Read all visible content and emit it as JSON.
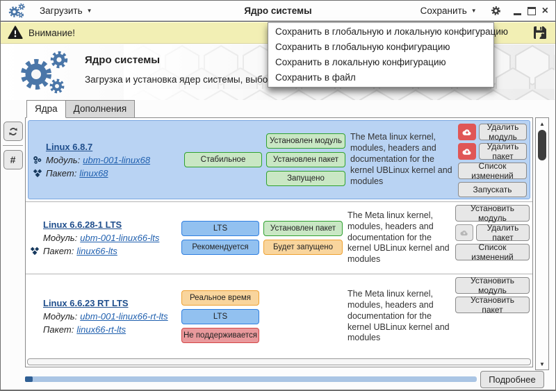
{
  "titlebar": {
    "load_label": "Загрузить",
    "title": "Ядро системы",
    "save_label": "Сохранить"
  },
  "warning_bar": {
    "label": "Внимание!"
  },
  "save_menu": {
    "items": [
      "Сохранить в глобальную и локальную конфигурацию",
      "Сохранить в глобальную конфигурацию",
      "Сохранить в локальную конфигурацию",
      "Сохранить в файл"
    ]
  },
  "header": {
    "title": "Ядро системы",
    "subtitle": "Загрузка и установка ядер системы, выбор ядра для загрузки по умолчанию"
  },
  "tabs": {
    "kernels_label": "Ядра",
    "addons_label": "Дополнения"
  },
  "labels": {
    "module": "Модуль:",
    "package": "Пакет:"
  },
  "icons": {
    "caret_down": "▼",
    "close": "×",
    "hash": "#",
    "scroll_up": "▲",
    "scroll_down": "▼",
    "warning_mark": "!"
  },
  "kernels": [
    {
      "name": "Linux 6.8.7",
      "module": "ubm-001-linux68",
      "package": "linux68",
      "release_badge": "Стабильное",
      "status_badges": [
        "Установлен модуль",
        "Установлен пакет",
        "Запущено"
      ],
      "description": "The Meta linux kernel, modules, headers and documentation for the kernel UBLinux kernel and modules",
      "buttons": {
        "remove_module": "Удалить модуль",
        "remove_package": "Удалить пакет",
        "changelog": "Список изменений",
        "run": "Запускать"
      },
      "selected": true
    },
    {
      "name": "Linux 6.6.28-1 LTS",
      "module": "ubm-001-linux66-lts",
      "package": "linux66-lts",
      "type_badges": [
        "LTS",
        "Рекомендуется"
      ],
      "status_badges": [
        "Установлен пакет",
        "Будет запущено"
      ],
      "description": "The Meta linux kernel, modules, headers and documentation for the kernel UBLinux kernel and modules",
      "buttons": {
        "install_module": "Установить модуль",
        "remove_package": "Удалить пакет",
        "changelog": "Список изменений"
      },
      "selected": false
    },
    {
      "name": "Linux 6.6.23 RT LTS",
      "module": "ubm-001-linux66-rt-lts",
      "package": "linux66-rt-lts",
      "type_badges": [
        "Реальное время",
        "LTS",
        "Не поддерживается"
      ],
      "description": "The Meta linux kernel, modules, headers and documentation for the kernel UBLinux kernel and modules",
      "buttons": {
        "install_module": "Установить модуль",
        "install_package": "Установить пакет"
      },
      "selected": false
    }
  ],
  "footer": {
    "details_label": "Подробнее",
    "progress_percent": 2
  },
  "colors": {
    "accent_blue": "#4a76a8",
    "selection_bg": "#b9d3f3",
    "selection_border": "#7aa7e0",
    "warning_bg": "#f2efb4",
    "badge_green_bg": "#c9e7c4",
    "badge_green_border": "#2fa12f",
    "badge_blue_bg": "#92c1f0",
    "badge_blue_border": "#2f7fe0",
    "badge_orange_bg": "#f9d59d",
    "badge_orange_border": "#eea132",
    "badge_red_bg": "#e9999c",
    "badge_red_border": "#d44444",
    "danger_button": "#e05656",
    "link": "#1f5fae",
    "progress_track": "#aac5e4",
    "progress_chunk": "#2f5f94"
  }
}
